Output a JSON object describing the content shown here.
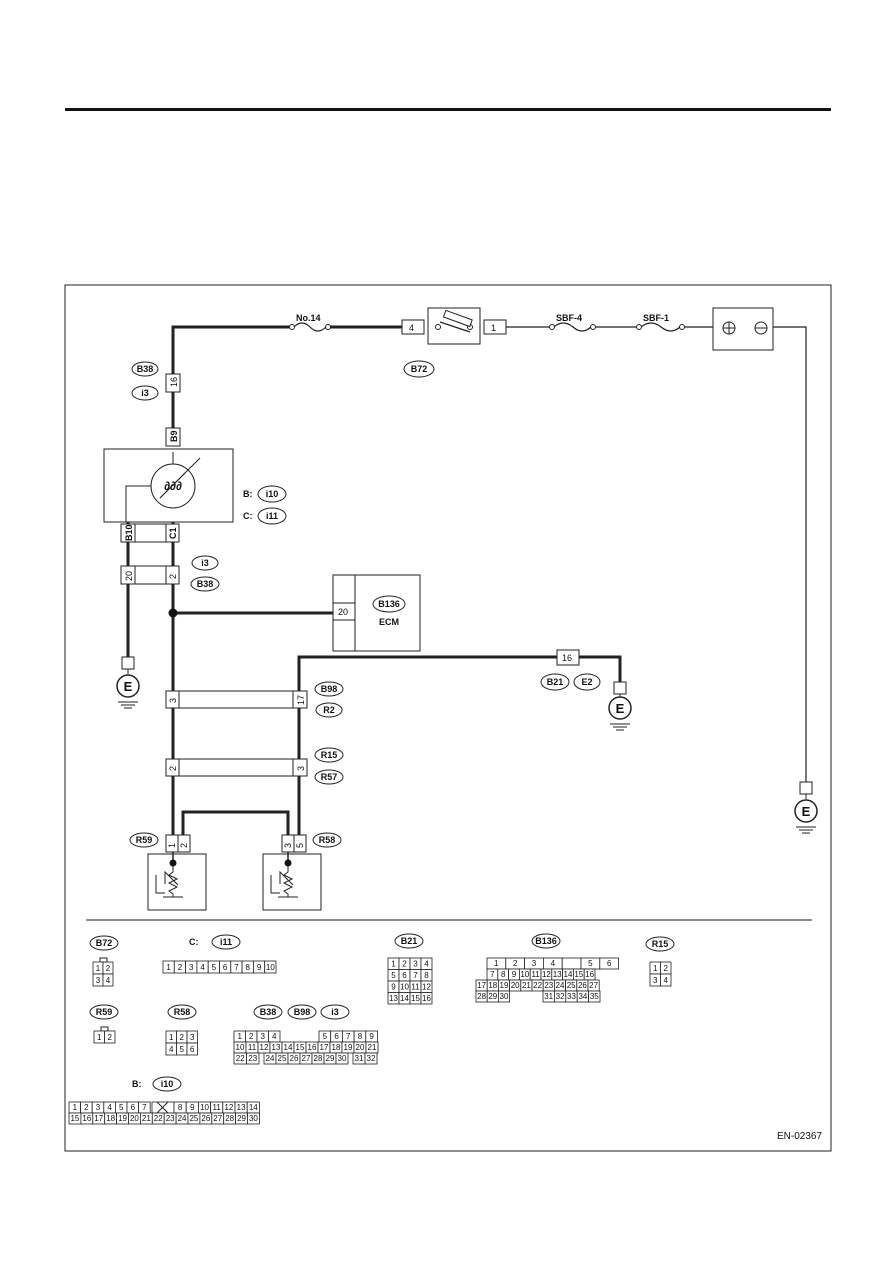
{
  "figure_code": "EN-02367",
  "power": {
    "fuses": [
      "No.14",
      "SBF-4",
      "SBF-1"
    ],
    "ignition_switch_connector": "B72",
    "ignition_switch_pins": [
      "4",
      "1"
    ]
  },
  "ground_label": "E",
  "connectors": {
    "b38": "B38",
    "i3": "i3",
    "b38_pin": "16",
    "b9": "B9",
    "b10": "B10",
    "c1": "C1",
    "b_prefix": "B:",
    "c_prefix": "C:",
    "i10": "i10",
    "i11": "i11",
    "i3_pins": [
      "20",
      "2"
    ],
    "ecm_connector": "B136",
    "ecm_label": "ECM",
    "ecm_pin": "20",
    "b21": "B21",
    "e2": "E2",
    "b21_pin": "16",
    "b98": "B98",
    "r2": "R2",
    "b98_pins": [
      "3",
      "17"
    ],
    "r15": "R15",
    "r57": "R57",
    "r15_pins": [
      "2",
      "3"
    ],
    "r59": "R59",
    "r59_pins": [
      "1",
      "2"
    ],
    "r58": "R58",
    "r58_pins": [
      "3",
      "5"
    ]
  },
  "connector_faces": {
    "b72": {
      "tag": "B72",
      "rows": [
        [
          "1",
          "2"
        ],
        [
          "3",
          "4"
        ]
      ]
    },
    "i11": {
      "prefix": "C:",
      "tag": "i11",
      "rows": [
        [
          "1",
          "2",
          "3",
          "4",
          "5",
          "6",
          "7",
          "8",
          "9",
          "10"
        ]
      ]
    },
    "b21": {
      "tag": "B21",
      "rows": [
        [
          "1",
          "2",
          "3",
          "4"
        ],
        [
          "5",
          "6",
          "7",
          "8"
        ],
        [
          "9",
          "10",
          "11",
          "12"
        ],
        [
          "13",
          "14",
          "15",
          "16"
        ]
      ]
    },
    "b136": {
      "tag": "B136",
      "rows": [
        [
          "1",
          "2",
          "3",
          "4",
          "",
          "5",
          "6"
        ],
        [
          "7",
          "8",
          "9",
          "10",
          "11",
          "12",
          "13",
          "14",
          "15",
          "16"
        ],
        [
          "17",
          "18",
          "19",
          "20",
          "21",
          "22",
          "23",
          "24",
          "25",
          "26",
          "27"
        ],
        [
          "28",
          "29",
          "30",
          "31",
          "32",
          "33",
          "34",
          "35"
        ]
      ]
    },
    "r15": {
      "tag": "R15",
      "rows": [
        [
          "1",
          "2"
        ],
        [
          "3",
          "4"
        ]
      ]
    },
    "r59": {
      "tag": "R59",
      "rows": [
        [
          "1",
          "2"
        ]
      ]
    },
    "r58": {
      "tag": "R58",
      "rows": [
        [
          "1",
          "2",
          "3"
        ],
        [
          "4",
          "5",
          "6"
        ]
      ]
    },
    "b38": {
      "tags": [
        "B38",
        "B98",
        "i3"
      ],
      "rows": [
        [
          "1",
          "2",
          "3",
          "4",
          "5",
          "6",
          "7",
          "8",
          "9"
        ],
        [
          "10",
          "11",
          "12",
          "13",
          "14",
          "15",
          "16",
          "17",
          "18",
          "19",
          "20",
          "21"
        ],
        [
          "22",
          "23",
          "24",
          "25",
          "26",
          "27",
          "28",
          "29",
          "30",
          "31",
          "32"
        ]
      ]
    },
    "i10": {
      "prefix": "B:",
      "tag": "i10",
      "rows": [
        [
          "1",
          "2",
          "3",
          "4",
          "5",
          "6",
          "7",
          "8",
          "9",
          "10",
          "11",
          "12",
          "13",
          "14"
        ],
        [
          "15",
          "16",
          "17",
          "18",
          "19",
          "20",
          "21",
          "22",
          "23",
          "24",
          "25",
          "26",
          "27",
          "28",
          "29",
          "30"
        ]
      ]
    }
  }
}
